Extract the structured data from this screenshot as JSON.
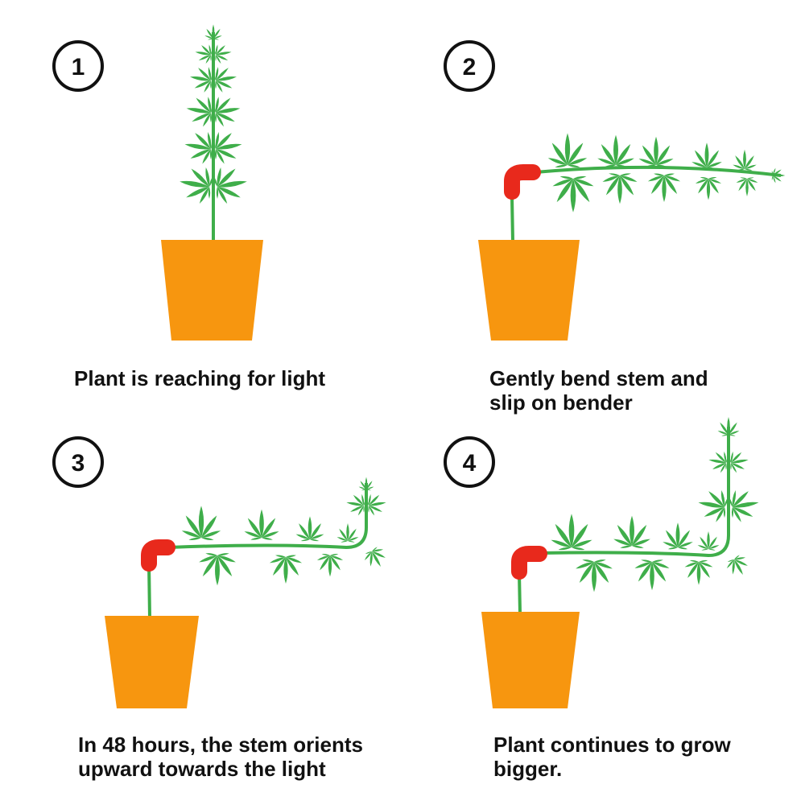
{
  "colors": {
    "leaf": "#3fae4a",
    "pot": "#f7960f",
    "bender": "#e8291c",
    "outline": "#111111"
  },
  "steps": [
    {
      "number": "1",
      "caption_lines": [
        "Plant is reaching for light"
      ]
    },
    {
      "number": "2",
      "caption_lines": [
        "Gently bend stem and",
        "slip on bender"
      ]
    },
    {
      "number": "3",
      "caption_lines": [
        "In 48 hours, the stem orients",
        "upward towards the light"
      ]
    },
    {
      "number": "4",
      "caption_lines": [
        "Plant continues to grow",
        "bigger."
      ]
    }
  ]
}
